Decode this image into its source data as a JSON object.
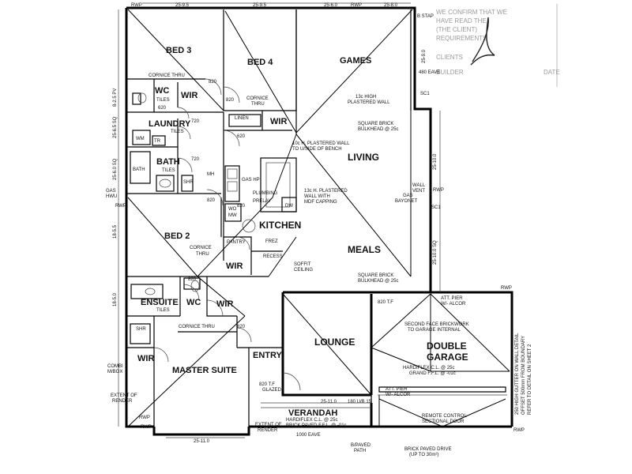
{
  "rooms": {
    "bed3": "BED 3",
    "bed4": "BED 4",
    "games": "GAMES",
    "wc1": "WC",
    "wc1_tiles": "TILES",
    "wir1": "WIR",
    "laundry": "LAUNDRY",
    "laundry_tiles": "TILES",
    "linen": "LINEN",
    "wir2": "WIR",
    "bath": "BATH",
    "bath_tiles": "TILES",
    "living": "LIVING",
    "kitchen": "KITCHEN",
    "bed2": "BED 2",
    "pantry": "PANTRY",
    "wir3": "WIR",
    "meals": "MEALS",
    "ensuite": "ENSUITE",
    "ensuite_tiles": "TILES",
    "wc2": "WC",
    "wir4": "WIR",
    "lounge": "LOUNGE",
    "double_garage": "DOUBLE\nGARAGE",
    "double": "DOUBLE",
    "garage": "GARAGE",
    "entry": "ENTRY",
    "master_suite": "MASTER SUITE",
    "wir5": "WIR",
    "verandah": "VERANDAH"
  },
  "fixtures": {
    "wm": "WM",
    "trough": "TR",
    "spa_bath": "BATH",
    "mh": "MH",
    "wo": "WO",
    "mw": "MW",
    "dw": "DW",
    "frez": "FREZ",
    "gas_hp": "GAS HP",
    "plumbing": "PLUMBING",
    "prelay": "PRELAY",
    "shr1": "SHR",
    "shr2": "SHR"
  },
  "notes": {
    "cornice_bed3": "CORNICE THRU",
    "cornice_bed4_a": "CORNICE",
    "cornice_bed4_b": "THRU",
    "cornice_bed2_a": "CORNICE",
    "cornice_bed2_b": "THRU",
    "cornice_ens": "CORNICE THRU",
    "high_wall_a": "13c HIGH",
    "high_wall_b": "PLASTERED WALL",
    "bulkhead1_a": "SQUARE BRICK",
    "bulkhead1_b": "BULKHEAD @ 25c",
    "bulkhead2_a": "SQUARE BRICK",
    "bulkhead2_b": "BULKHEAD @ 25c",
    "wall10_a": "10c H. PLASTERED WALL",
    "wall10_b": "TO U/SIDE OF BENCH",
    "wall13_a": "13c H. PLASTERED",
    "wall13_b": "WALL WITH",
    "wall13_c": "MDF CAPPING",
    "recess": "RECESS",
    "soffit_a": "SOFFIT",
    "soffit_b": "CEILING",
    "wall_vent_a": "WALL",
    "wall_vent_b": "VENT",
    "gas_bayonet_a": "GAS",
    "gas_bayonet_b": "BAYONET",
    "gas_hwu_a": "GAS",
    "gas_hwu_b": "HWU",
    "second_face_a": "SECOND FACE BRICKWORK",
    "second_face_b": "TO GARAGE INTERNAL",
    "garage_ceiling": "HARDIFLEX C.L. @ 25c",
    "garage_floor": "GRAND F.F.L. @ -01c",
    "att_pier1_a": "ATT. PIER",
    "att_pier1_b": "W/- ALCOR",
    "att_pier2_a": "ATT. PIER",
    "att_pier2_b": "W/- ALCOR",
    "remote_a": "REMOTE CONTROL",
    "remote_b": "SECTIONAL DOOR",
    "verandah_ceiling": "HARDIFLEX C.L. @ 25c",
    "verandah_floor": "BRICK PAVED F.F.L. @ -01c",
    "eave": "1000 EAVE",
    "eave_top": "480 EAVE",
    "extent_left_a": "EXTENT OF",
    "extent_left_b": "RENDER",
    "extent_right_a": "EXTENT OF",
    "extent_right_b": "RENDER",
    "combi_a": "COMBI",
    "combi_b": "M/BOX",
    "paved_path_a": "B/PAVED",
    "paved_path_b": "PATH",
    "paved_drive_a": "BRICK PAVED DRIVE",
    "paved_drive_b": "(UP TO 30m²)",
    "gutter_a": "250 HIGH GUTTER ON WALL DETAIL",
    "gutter_b": "OFFSET 500mm FROM BOUNDARY",
    "gutter_c": "REFER TO DETAIL ON SHEET 2",
    "glazed_a": "820 T.F",
    "glazed_b": "GLAZED",
    "door_820_tf": "820 T.F",
    "verandah_dim": "25-11.0",
    "verandah_ub": "180 U/B 15"
  },
  "dims": {
    "d_820a": "820",
    "d_820b": "820",
    "d_820c": "820",
    "d_820d": "820",
    "d_820e": "820",
    "d_820f": "820",
    "d_620a": "620",
    "d_620b": "620",
    "d_720a": "720",
    "d_720b": "720",
    "top1": "25-9.5",
    "top2": "25-9.5",
    "top3": "25-6.0",
    "top4": "25-8.0",
    "top5": "25-9.0",
    "left1": "8-2.5 PV",
    "left2": "25-6.5 SQ",
    "left3": "25-6.0 SQ",
    "left4": "18-5.5",
    "left5": "18-5.0",
    "right1": "25-10.0",
    "right2": "25-10.0 SQ",
    "bottom1": "25-11.0",
    "rwp1": "RWP",
    "rwp2": "RWP",
    "rwp3": "RWP",
    "rwp4": "RWP",
    "rwp5": "RWP",
    "rwp6": "RWP",
    "rwp7": "RWP",
    "rwp8": "RWP",
    "sc1a": "SC1",
    "sc1b": "SC1",
    "bstap": "B STAP"
  },
  "stamp": {
    "l1": "WE CONFIRM THAT WE",
    "l2": "HAVE READ THE",
    "l3": "(THE CLIENT)",
    "l4": "REQUIREMENTS",
    "l5": "CLIENTS",
    "l6": "BUILDER",
    "l7": "DATE"
  }
}
